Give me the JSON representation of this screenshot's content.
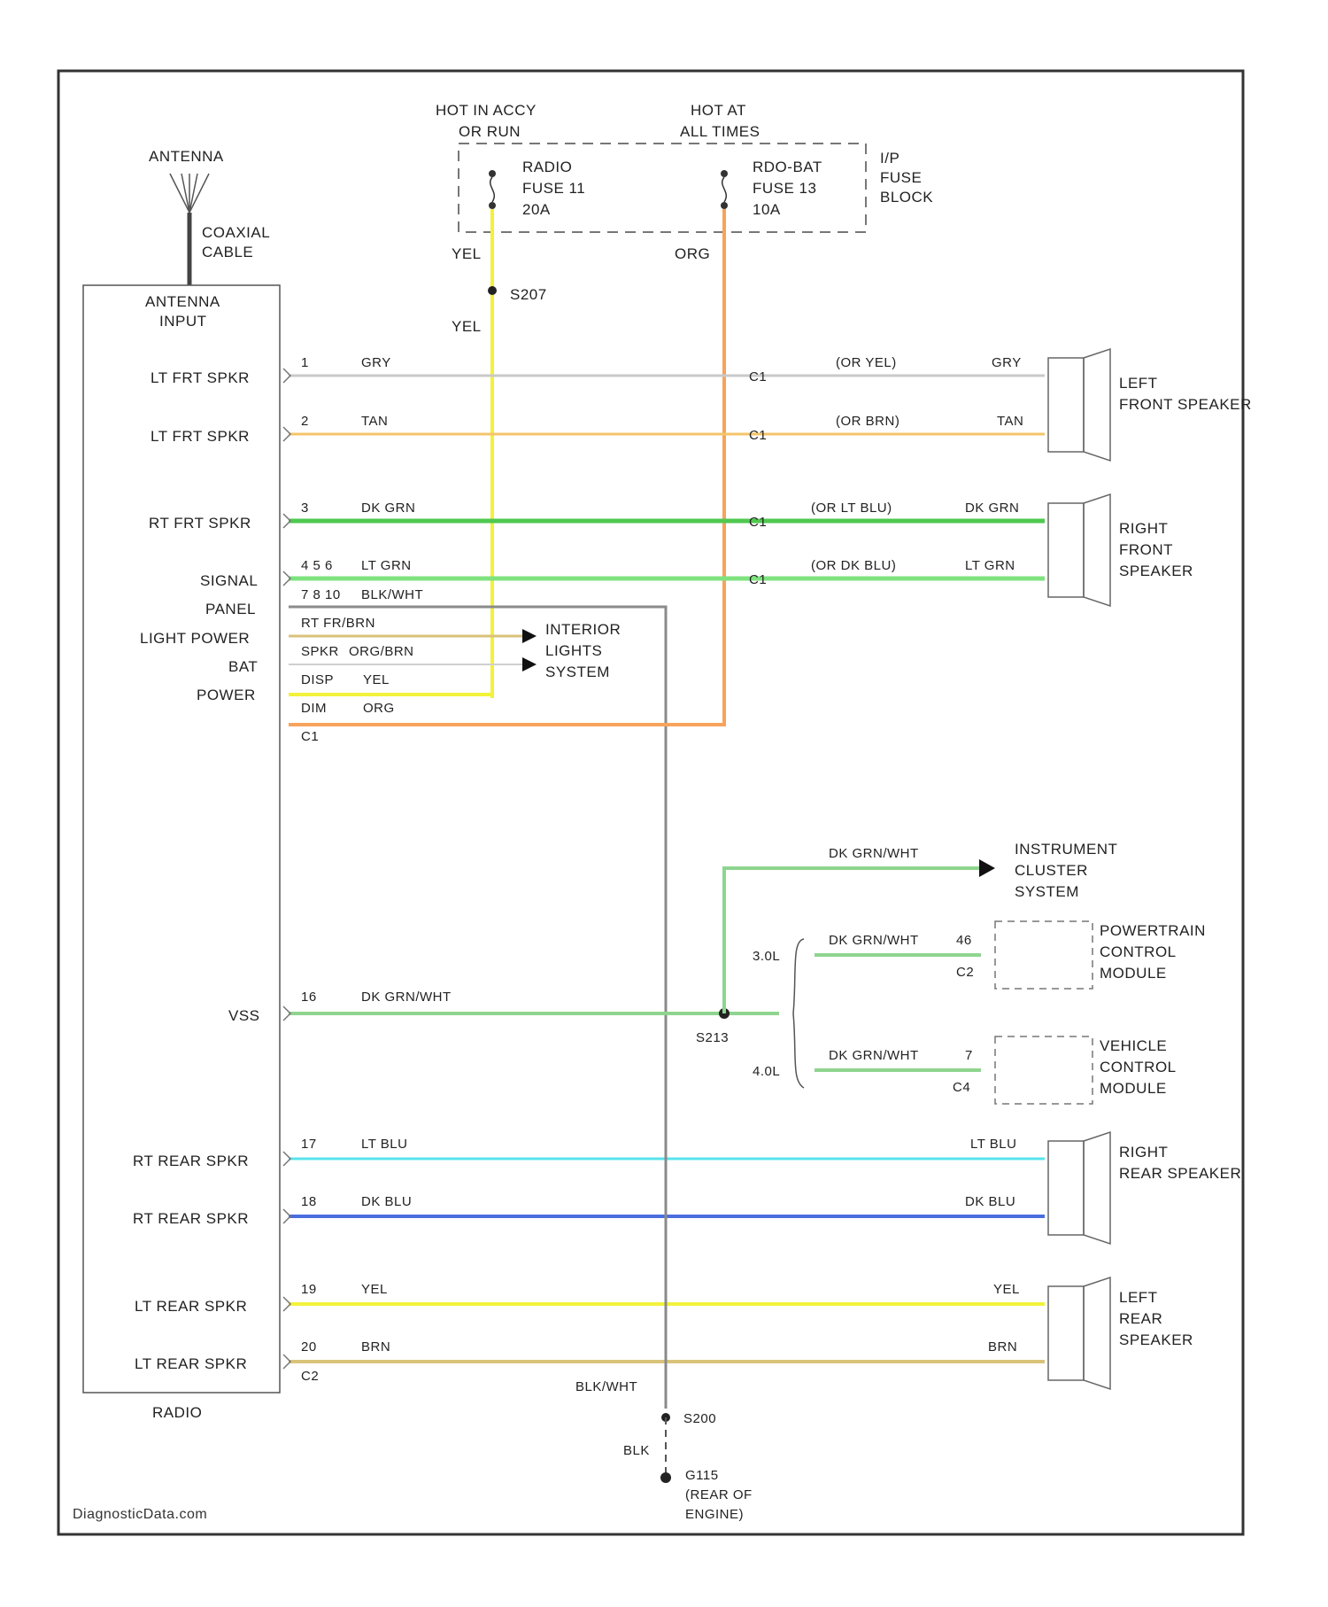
{
  "antenna": {
    "label": "ANTENNA",
    "cable": [
      "COAXIAL",
      "CABLE"
    ]
  },
  "radio": {
    "name": "RADIO",
    "antenna_input": [
      "ANTENNA",
      "INPUT"
    ],
    "pins": [
      {
        "key": "lt_frt_1",
        "label": "LT FRT SPKR",
        "num": "1",
        "color": "GRY"
      },
      {
        "key": "lt_frt_2",
        "label": "LT FRT SPKR",
        "num": "2",
        "color": "TAN"
      },
      {
        "key": "rt_frt_3",
        "label": "RT FRT SPKR",
        "num": "3",
        "color": "DK GRN"
      },
      {
        "key": "signal",
        "label": "SIGNAL",
        "num": "4 5 6",
        "color": "LT GRN"
      },
      {
        "key": "panel",
        "label": "PANEL",
        "num": "7 8 10",
        "color": "BLK/WHT"
      },
      {
        "key": "light_power",
        "label": "LIGHT POWER",
        "num": "",
        "color": "RT FR/BRN"
      },
      {
        "key": "bat",
        "label": "BAT",
        "num": "",
        "color": "ORG/BRN"
      },
      {
        "key": "power",
        "label": "POWER",
        "num": "",
        "color": "YEL"
      },
      {
        "key": "power2",
        "label": "",
        "num": "",
        "color": "ORG"
      },
      {
        "key": "vss",
        "label": "VSS",
        "num": "16",
        "color": "DK GRN/WHT"
      },
      {
        "key": "rt_rear_17",
        "label": "RT REAR SPKR",
        "num": "17",
        "color": "LT BLU"
      },
      {
        "key": "rt_rear_18",
        "label": "RT REAR SPKR",
        "num": "18",
        "color": "DK BLU"
      },
      {
        "key": "lt_rear_19",
        "label": "LT REAR SPKR",
        "num": "19",
        "color": "YEL"
      },
      {
        "key": "lt_rear_20",
        "label": "LT REAR SPKR",
        "num": "20",
        "color": "BRN"
      }
    ],
    "extra_labels": [
      "SPKR",
      "DISP",
      "DIM"
    ],
    "connector_c1": "C1",
    "connector_c2": "C2"
  },
  "fuse_block": {
    "label": [
      "I/P",
      "FUSE",
      "BLOCK"
    ],
    "hot_accy": [
      "HOT IN ACCY",
      "OR RUN"
    ],
    "hot_always": [
      "HOT AT",
      "ALL TIMES"
    ],
    "fuse_radio": [
      "RADIO",
      "FUSE 11",
      "20A"
    ],
    "fuse_radio_bat": [
      "RDO-BAT",
      "FUSE 13",
      "10A"
    ],
    "wire_yel": "YEL",
    "wire_org": "ORG",
    "splice_s207": "S207",
    "wire_yel2": "YEL"
  },
  "speakers": {
    "left_front": {
      "name": [
        "LEFT",
        "FRONT SPEAKER"
      ],
      "wire1_alt": "(OR YEL)",
      "wire1": "GRY",
      "wire2_alt": "(OR BRN)",
      "wire2": "TAN"
    },
    "right_front": {
      "name": [
        "RIGHT",
        "FRONT",
        "SPEAKER"
      ],
      "wire1_alt": "(OR LT BLU)",
      "wire1": "DK GRN",
      "wire2_alt": "(OR DK BLU)",
      "wire2": "LT GRN"
    },
    "right_rear": {
      "name": [
        "RIGHT",
        "REAR SPEAKER"
      ],
      "wire1": "LT BLU",
      "wire2": "DK BLU"
    },
    "left_rear": {
      "name": [
        "LEFT",
        "REAR",
        "SPEAKER"
      ],
      "wire1": "YEL",
      "wire2": "BRN"
    }
  },
  "connectors": {
    "inline": "C1"
  },
  "interior_lights": [
    "INTERIOR",
    "LIGHTS",
    "SYSTEM"
  ],
  "instrument_cluster": {
    "name": [
      "INSTRUMENT",
      "CLUSTER",
      "SYSTEM"
    ],
    "wire": "DK GRN/WHT"
  },
  "pcm": {
    "name": [
      "POWERTRAIN",
      "CONTROL",
      "MODULE"
    ],
    "engine": "3.0L",
    "wire": "DK GRN/WHT",
    "pin": "46",
    "conn": "C2"
  },
  "vcm": {
    "name": [
      "VEHICLE",
      "CONTROL",
      "MODULE"
    ],
    "engine": "4.0L",
    "wire": "DK GRN/WHT",
    "pin": "7",
    "conn": "C4"
  },
  "vss_splice": "S213",
  "ground": {
    "wire": "BLK/WHT",
    "splice": "S200",
    "wire2": "BLK",
    "ground_point": [
      "G115",
      "(REAR OF",
      "ENGINE)"
    ]
  },
  "watermark": "DiagnosticData.com",
  "colors": {
    "GRY": "#c9c9c9",
    "TAN": "#f5c46a",
    "DK_GRN": "#4fc84f",
    "LT_GRN": "#7fe27f",
    "BLK_WHT": "#8a8a8a",
    "BRN": "#d9c27a",
    "YEL": "#f2f23a",
    "ORG": "#f7a35c",
    "DK_GRN_WHT": "#8fd48f",
    "LT_BLU": "#58e3ec",
    "DK_BLU": "#4a6ee0"
  }
}
